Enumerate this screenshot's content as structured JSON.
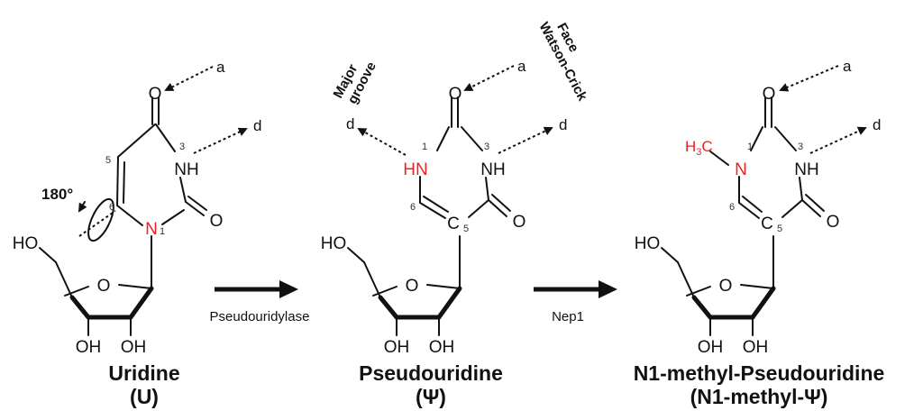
{
  "molecules": [
    {
      "name": "Uridine",
      "symbol": "(U)",
      "atoms": {
        "o_top": "O",
        "nh": "NH",
        "o_right": "O",
        "n1": "N",
        "ho": "HO",
        "o_ring": "O",
        "oh_left": "OH",
        "oh_right": "OH"
      },
      "ring_numbers": {
        "n3": "3",
        "c5": "5",
        "c6": "6",
        "n1": "1"
      },
      "arrow_labels": {
        "a": "a",
        "d": "d"
      },
      "rotation_label": "180°"
    },
    {
      "name": "Pseudouridine",
      "symbol": "(Ψ)",
      "atoms": {
        "o_top": "O",
        "nh": "NH",
        "o_right": "O",
        "hn": "HN",
        "c5": "C",
        "ho": "HO",
        "o_ring": "O",
        "oh_left": "OH",
        "oh_right": "OH"
      },
      "ring_numbers": {
        "n1": "1",
        "n3": "3",
        "c5": "5",
        "c6": "6"
      },
      "arrow_labels": {
        "a": "a",
        "d_left": "d",
        "d_right": "d"
      },
      "region_labels": {
        "major_groove": [
          "Major",
          "groove"
        ],
        "watson_crick": [
          "Watson-Crick",
          "Face"
        ]
      }
    },
    {
      "name": "N1-methyl-Pseudouridine",
      "symbol": "(N1-methyl-Ψ)",
      "atoms": {
        "o_top": "O",
        "nh": "NH",
        "o_right": "O",
        "n1": "N",
        "c5": "C",
        "methyl_h": "H",
        "methyl_sub": "3",
        "methyl_c": "C",
        "ho": "HO",
        "o_ring": "O",
        "oh_left": "OH",
        "oh_right": "OH"
      },
      "ring_numbers": {
        "n1": "1",
        "n3": "3",
        "c5": "5",
        "c6": "6"
      },
      "arrow_labels": {
        "a": "a",
        "d": "d"
      }
    }
  ],
  "reactions": [
    {
      "enzyme": "Pseudouridylase"
    },
    {
      "enzyme": "Nep1"
    }
  ],
  "colors": {
    "highlight": "#ee2222",
    "ink": "#111111"
  }
}
